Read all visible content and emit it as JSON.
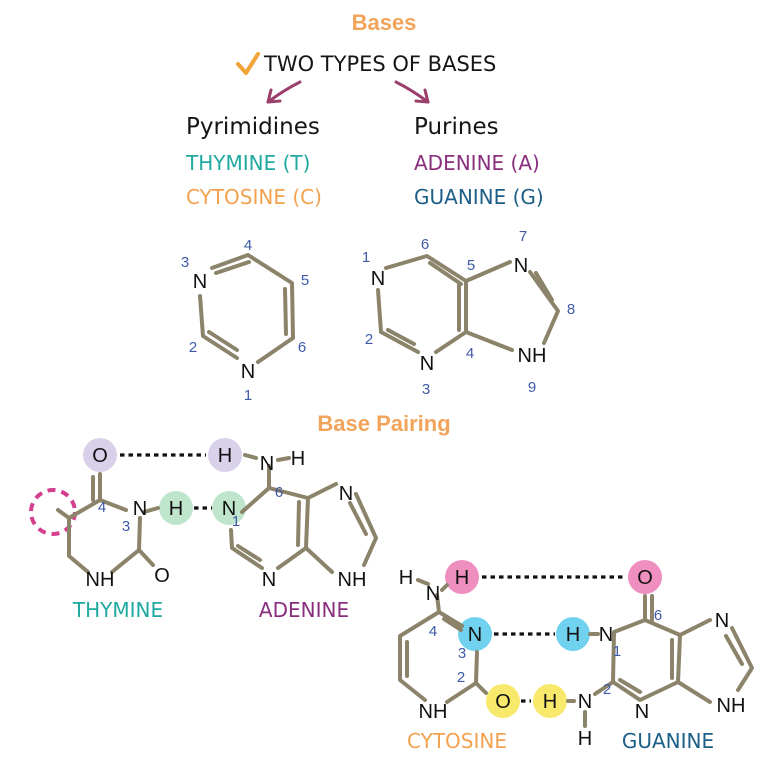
{
  "titles": {
    "bases": "Bases",
    "base_pairing": "Base Pairing"
  },
  "intro": {
    "check_text": "TWO TYPES OF BASES"
  },
  "groups": {
    "pyrimidines": {
      "heading": "Pyrimidines",
      "items": [
        "THYMINE (T)",
        "CYTOSINE (C)"
      ]
    },
    "purines": {
      "heading": "Purines",
      "items": [
        "ADENINE (A)",
        "GUANINE (G)"
      ]
    }
  },
  "pyrimidine_ring": {
    "atoms": {
      "n3": "N",
      "n1": "N"
    },
    "positions": [
      "1",
      "2",
      "3",
      "4",
      "5",
      "6"
    ]
  },
  "purine_ring": {
    "atoms": {
      "n1": "N",
      "n3": "N",
      "n7": "N",
      "n9": "NH"
    },
    "positions": [
      "1",
      "2",
      "3",
      "4",
      "5",
      "6",
      "7",
      "8",
      "9"
    ]
  },
  "pairs": {
    "at": {
      "thymine_label": "THYMINE",
      "adenine_label": "ADENINE",
      "atoms": {
        "t_o4": "O",
        "t_n3": "N",
        "t_h3": "H",
        "t_nh": "NH",
        "t_o2": "O",
        "a_h6": "H",
        "a_n6": "N",
        "a_h6b": "H",
        "a_n1": "N",
        "a_n7": "N",
        "a_n3": "N",
        "a_nh9": "NH"
      },
      "numbers": {
        "t4": "4",
        "t3": "3",
        "a6": "6",
        "a1": "1"
      }
    },
    "cg": {
      "cytosine_label": "CYTOSINE",
      "guanine_label": "GUANINE",
      "atoms": {
        "c_h4b": "H",
        "c_n4": "N",
        "c_h4": "H",
        "c_n3": "N",
        "c_o2": "O",
        "c_nh1": "NH",
        "g_o6": "O",
        "g_h1": "H",
        "g_n1": "N",
        "g_h2": "H",
        "g_n2": "N",
        "g_h2b": "H",
        "g_n7": "N",
        "g_n3": "N",
        "g_nh9": "NH"
      },
      "numbers": {
        "c4": "4",
        "c3": "3",
        "c2": "2",
        "g6": "6",
        "g1": "1",
        "g2": "2"
      }
    }
  },
  "colors": {
    "title_orange": "#f2a45a",
    "teal": "#1fa9a0",
    "orange": "#f2a24f",
    "purple": "#8a2f7e",
    "blue": "#1d5f87",
    "arrow": "#9b3f6d",
    "check": "#f0a43a",
    "bond": "#8b836a",
    "number_blue": "#3e5aa8",
    "bubble_lavender": "#d9d1ea",
    "bubble_green": "#bfe6cd",
    "bubble_pink": "#ef8fbf",
    "bubble_cyan": "#71d2ef",
    "bubble_yellow": "#f8e86b",
    "methyl_dash": "#d43f90"
  }
}
